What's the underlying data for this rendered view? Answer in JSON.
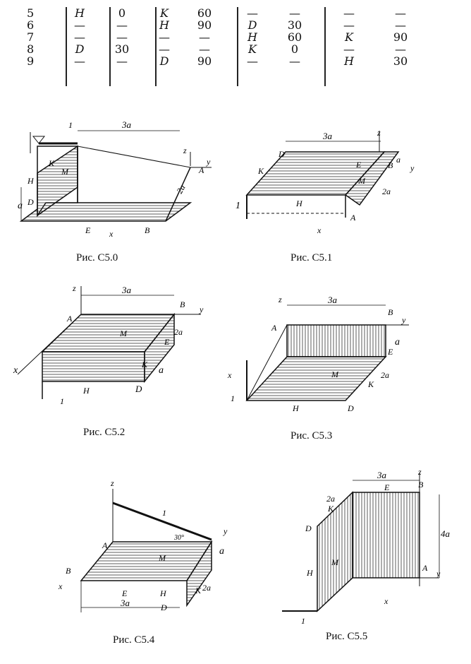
{
  "table": {
    "rows": [
      [
        "5",
        "H",
        "0",
        "K",
        "60",
        "—",
        "—",
        "—",
        "—"
      ],
      [
        "6",
        "—",
        "—",
        "H",
        "90",
        "D",
        "30",
        "—",
        "—"
      ],
      [
        "7",
        "—",
        "—",
        "—",
        "—",
        "H",
        "60",
        "K",
        "90"
      ],
      [
        "8",
        "D",
        "30",
        "—",
        "—",
        "K",
        "0",
        "—",
        "—"
      ],
      [
        "9",
        "—",
        "—",
        "D",
        "90",
        "—",
        "—",
        "H",
        "30"
      ]
    ]
  },
  "figures": [
    {
      "caption": "Рис. С5.0",
      "labels": {
        "three_a": "3a",
        "two_a": "2a",
        "a": "a",
        "z": "z",
        "y": "y",
        "x": "x",
        "A": "A",
        "B": "B",
        "E": "E",
        "D": "D",
        "H": "H",
        "K": "K",
        "M": "M",
        "one": "1"
      }
    },
    {
      "caption": "Рис. С5.1",
      "labels": {
        "three_a": "3a",
        "two_a": "2a",
        "a": "a",
        "z": "z",
        "y": "y",
        "x": "x",
        "A": "A",
        "B": "B",
        "E": "E",
        "D": "D",
        "H": "H",
        "K": "K",
        "M": "M",
        "one": "1"
      }
    },
    {
      "caption": "Рис. С5.2",
      "labels": {
        "three_a": "3a",
        "two_a": "2a",
        "a": "a",
        "z": "z",
        "y": "y",
        "x": "x",
        "A": "A",
        "B": "B",
        "E": "E",
        "D": "D",
        "H": "H",
        "K": "K",
        "M": "M",
        "one": "1"
      }
    },
    {
      "caption": "Рис. С5.3",
      "labels": {
        "three_a": "3a",
        "two_a": "2a",
        "a": "a",
        "z": "z",
        "y": "y",
        "x": "x",
        "A": "A",
        "B": "B",
        "E": "E",
        "D": "D",
        "H": "H",
        "K": "K",
        "M": "M",
        "one": "1"
      }
    },
    {
      "caption": "Рис. С5.4",
      "labels": {
        "three_a": "3a",
        "two_a": "2a",
        "a": "a",
        "z": "z",
        "y": "y",
        "x": "x",
        "A": "A",
        "B": "B",
        "E": "E",
        "D": "D",
        "H": "H",
        "K": "K",
        "M": "M",
        "one": "1",
        "angle": "30°"
      }
    },
    {
      "caption": "Рис. С5.5",
      "labels": {
        "three_a": "3a",
        "two_a": "2a",
        "four_a": "4a",
        "z": "z",
        "y": "y",
        "x": "x",
        "A": "A",
        "B": "B",
        "E": "E",
        "D": "D",
        "H": "H",
        "K": "K",
        "M": "M",
        "one": "1"
      }
    }
  ]
}
